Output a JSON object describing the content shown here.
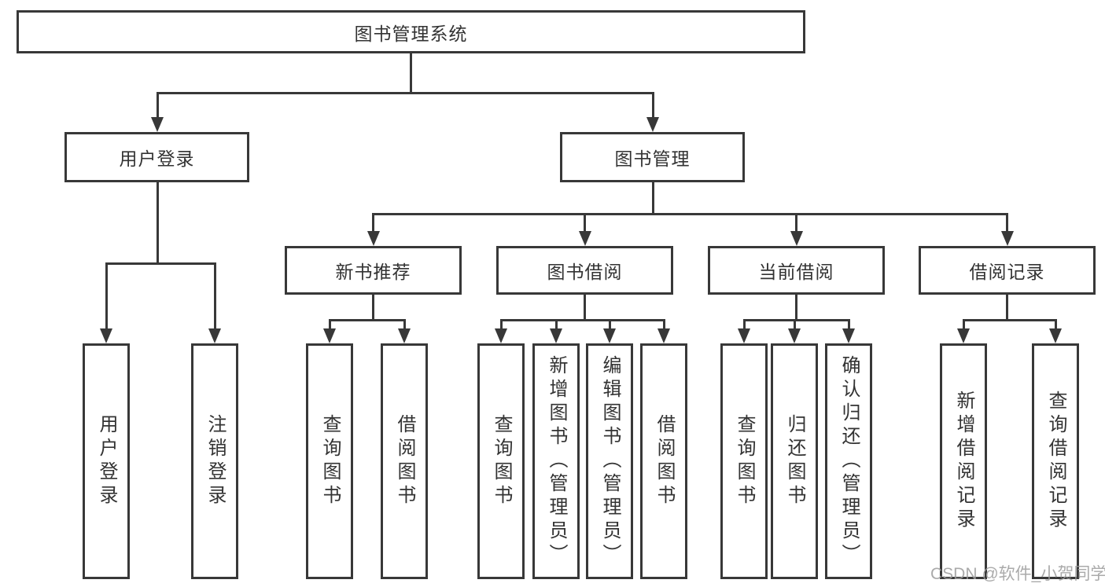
{
  "colors": {
    "line": "#383838",
    "text": "#333333",
    "watermark": "#9c9c9c",
    "background": "#ffffff"
  },
  "watermark": {
    "text": "CSDN @软件_小贺同学"
  },
  "tree": {
    "label": "图书管理系统",
    "children": [
      {
        "label": "用户登录",
        "children": [
          {
            "label": "用户登录"
          },
          {
            "label": "注销登录"
          }
        ]
      },
      {
        "label": "图书管理",
        "children": [
          {
            "label": "新书推荐",
            "children": [
              {
                "label": "查询图书"
              },
              {
                "label": "借阅图书"
              }
            ]
          },
          {
            "label": "图书借阅",
            "children": [
              {
                "label": "查询图书"
              },
              {
                "label": "新增图书（管理员）"
              },
              {
                "label": "编辑图书（管理员）"
              },
              {
                "label": "借阅图书"
              }
            ]
          },
          {
            "label": "当前借阅",
            "children": [
              {
                "label": "查询图书"
              },
              {
                "label": "归还图书"
              },
              {
                "label": "确认归还（管理员）"
              }
            ]
          },
          {
            "label": "借阅记录",
            "children": [
              {
                "label": "新增借阅记录"
              },
              {
                "label": "查询借阅记录"
              }
            ]
          }
        ]
      }
    ]
  }
}
